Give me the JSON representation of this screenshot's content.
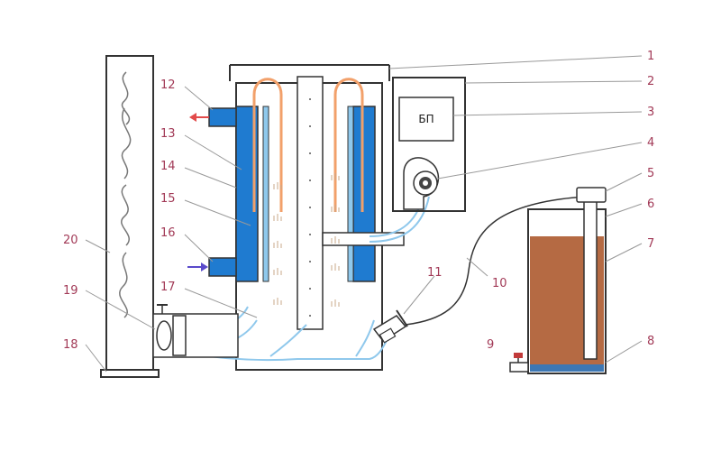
{
  "device_label": "БП",
  "colors": {
    "water": "#1f7bd0",
    "steam": "#8fc8ec",
    "liquid": "#b56a43",
    "heater": "#f2a06a",
    "arrow_out": "#e24a4a",
    "arrow_in": "#5a4acb",
    "number": "#a23a57",
    "valve": "#c23a3a"
  },
  "callouts": [
    {
      "id": "1",
      "label": "1"
    },
    {
      "id": "2",
      "label": "2"
    },
    {
      "id": "3",
      "label": "3"
    },
    {
      "id": "4",
      "label": "4"
    },
    {
      "id": "5",
      "label": "5"
    },
    {
      "id": "6",
      "label": "6"
    },
    {
      "id": "7",
      "label": "7"
    },
    {
      "id": "8",
      "label": "8"
    },
    {
      "id": "9",
      "label": "9"
    },
    {
      "id": "10",
      "label": "10"
    },
    {
      "id": "11",
      "label": "11"
    },
    {
      "id": "12",
      "label": "12"
    },
    {
      "id": "13",
      "label": "13"
    },
    {
      "id": "14",
      "label": "14"
    },
    {
      "id": "15",
      "label": "15"
    },
    {
      "id": "16",
      "label": "16"
    },
    {
      "id": "17",
      "label": "17"
    },
    {
      "id": "18",
      "label": "18"
    },
    {
      "id": "19",
      "label": "19"
    },
    {
      "id": "20",
      "label": "20"
    }
  ]
}
